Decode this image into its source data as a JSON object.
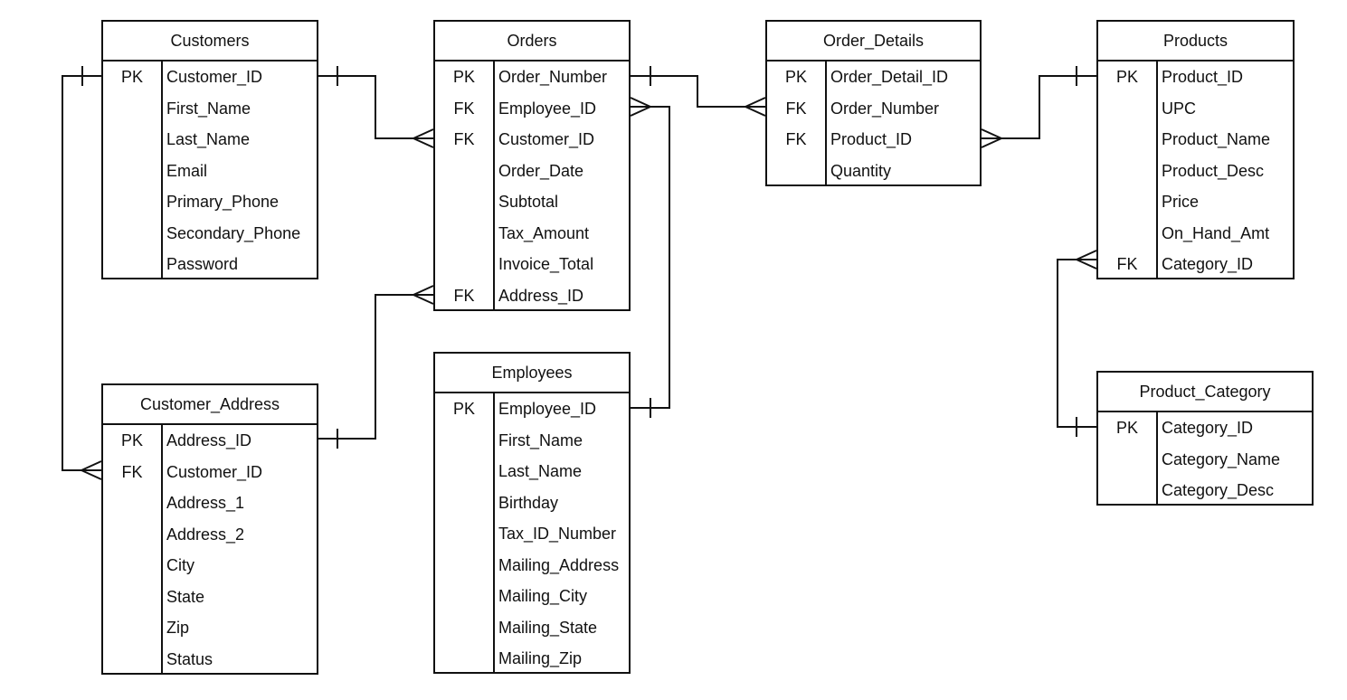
{
  "entities": [
    {
      "id": "customers",
      "title": "Customers",
      "attributes": [
        {
          "key": "PK",
          "name": "Customer_ID"
        },
        {
          "key": "",
          "name": "First_Name"
        },
        {
          "key": "",
          "name": "Last_Name"
        },
        {
          "key": "",
          "name": "Email"
        },
        {
          "key": "",
          "name": "Primary_Phone"
        },
        {
          "key": "",
          "name": "Secondary_Phone"
        },
        {
          "key": "",
          "name": "Password"
        }
      ]
    },
    {
      "id": "orders",
      "title": "Orders",
      "attributes": [
        {
          "key": "PK",
          "name": "Order_Number"
        },
        {
          "key": "FK",
          "name": "Employee_ID"
        },
        {
          "key": "FK",
          "name": "Customer_ID"
        },
        {
          "key": "",
          "name": "Order_Date"
        },
        {
          "key": "",
          "name": "Subtotal"
        },
        {
          "key": "",
          "name": "Tax_Amount"
        },
        {
          "key": "",
          "name": "Invoice_Total"
        },
        {
          "key": "FK",
          "name": "Address_ID"
        }
      ]
    },
    {
      "id": "order-details",
      "title": "Order_Details",
      "attributes": [
        {
          "key": "PK",
          "name": "Order_Detail_ID"
        },
        {
          "key": "FK",
          "name": "Order_Number"
        },
        {
          "key": "FK",
          "name": "Product_ID"
        },
        {
          "key": "",
          "name": "Quantity"
        }
      ]
    },
    {
      "id": "products",
      "title": "Products",
      "attributes": [
        {
          "key": "PK",
          "name": "Product_ID"
        },
        {
          "key": "",
          "name": "UPC"
        },
        {
          "key": "",
          "name": "Product_Name"
        },
        {
          "key": "",
          "name": "Product_Desc"
        },
        {
          "key": "",
          "name": "Price"
        },
        {
          "key": "",
          "name": "On_Hand_Amt"
        },
        {
          "key": "FK",
          "name": "Category_ID"
        }
      ]
    },
    {
      "id": "customer-address",
      "title": "Customer_Address",
      "attributes": [
        {
          "key": "PK",
          "name": "Address_ID"
        },
        {
          "key": "FK",
          "name": "Customer_ID"
        },
        {
          "key": "",
          "name": "Address_1"
        },
        {
          "key": "",
          "name": "Address_2"
        },
        {
          "key": "",
          "name": "City"
        },
        {
          "key": "",
          "name": "State"
        },
        {
          "key": "",
          "name": "Zip"
        },
        {
          "key": "",
          "name": "Status"
        }
      ]
    },
    {
      "id": "employees",
      "title": "Employees",
      "attributes": [
        {
          "key": "PK",
          "name": "Employee_ID"
        },
        {
          "key": "",
          "name": "First_Name"
        },
        {
          "key": "",
          "name": "Last_Name"
        },
        {
          "key": "",
          "name": "Birthday"
        },
        {
          "key": "",
          "name": "Tax_ID_Number"
        },
        {
          "key": "",
          "name": "Mailing_Address"
        },
        {
          "key": "",
          "name": "Mailing_City"
        },
        {
          "key": "",
          "name": "Mailing_State"
        },
        {
          "key": "",
          "name": "Mailing_Zip"
        }
      ]
    },
    {
      "id": "product-category",
      "title": "Product_Category",
      "attributes": [
        {
          "key": "PK",
          "name": "Category_ID"
        },
        {
          "key": "",
          "name": "Category_Name"
        },
        {
          "key": "",
          "name": "Category_Desc"
        }
      ]
    }
  ],
  "relationships": [
    {
      "from": "Customers.Customer_ID",
      "from_end": "one",
      "to": "Orders.Customer_ID",
      "to_end": "many"
    },
    {
      "from": "Customers.Customer_ID",
      "from_end": "one",
      "to": "Customer_Address.Customer_ID",
      "to_end": "many"
    },
    {
      "from": "Customer_Address.Address_ID",
      "from_end": "one",
      "to": "Orders.Address_ID",
      "to_end": "many"
    },
    {
      "from": "Employees.Employee_ID",
      "from_end": "one",
      "to": "Orders.Employee_ID",
      "to_end": "many"
    },
    {
      "from": "Orders.Order_Number",
      "from_end": "one",
      "to": "Order_Details.Order_Number",
      "to_end": "many"
    },
    {
      "from": "Products.Product_ID",
      "from_end": "one",
      "to": "Order_Details.Product_ID",
      "to_end": "many"
    },
    {
      "from": "Product_Category.Category_ID",
      "from_end": "one",
      "to": "Products.Category_ID",
      "to_end": "many"
    }
  ],
  "colors": {
    "line": "#111111",
    "background": "#ffffff"
  }
}
